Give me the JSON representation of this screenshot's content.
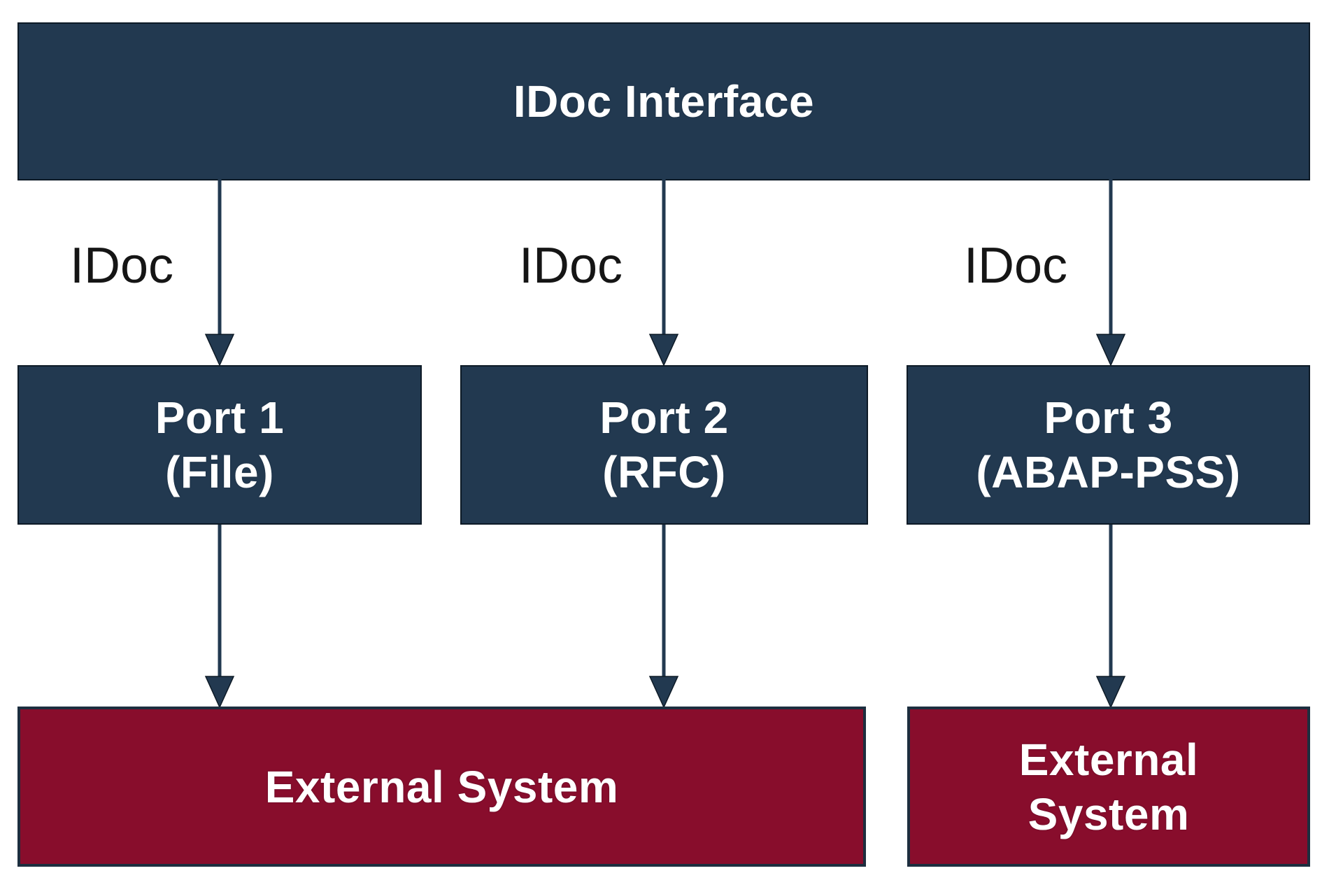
{
  "diagram": {
    "title_node": {
      "label": "IDoc Interface"
    },
    "edge_labels": [
      {
        "text": "IDoc"
      },
      {
        "text": "IDoc"
      },
      {
        "text": "IDoc"
      }
    ],
    "ports": [
      {
        "line1": "Port 1",
        "line2": "(File)"
      },
      {
        "line1": "Port 2",
        "line2": "(RFC)"
      },
      {
        "line1": "Port 3",
        "line2": "(ABAP-PSS)"
      }
    ],
    "external_systems": [
      {
        "line1": "External System",
        "line2": ""
      },
      {
        "line1": "External",
        "line2": "System"
      }
    ],
    "colors": {
      "node_fill": "#223950",
      "node_border": "#0d1a26",
      "external_fill": "#880d2c",
      "external_border": "#1d2e3f",
      "arrow": "#223950",
      "arrow_outline": "#0d1a26",
      "node_text": "#ffffff",
      "edge_label_text": "#151515",
      "background": "#ffffff"
    }
  }
}
